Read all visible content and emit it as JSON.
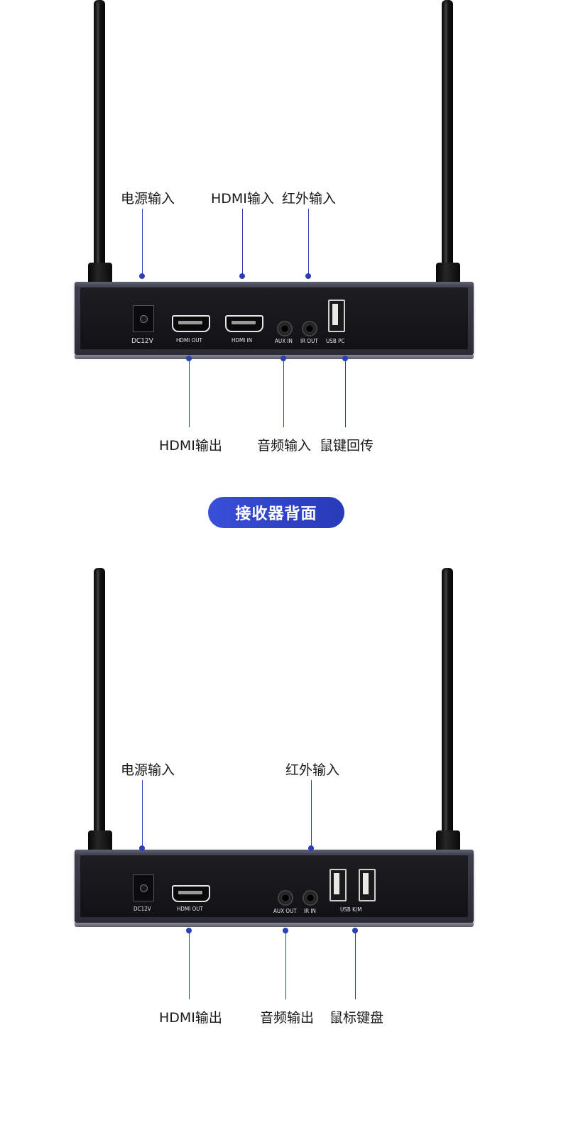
{
  "top_panel": {
    "callouts_above": [
      "电源输入",
      "HDMI输入",
      "红外输入"
    ],
    "callouts_below": [
      "HDMI输出",
      "音频输入",
      "鼠键回传"
    ],
    "port_labels": [
      "DC12V",
      "HDMI OUT",
      "HDMI IN",
      "AUX IN",
      "IR OUT",
      "USB PC"
    ]
  },
  "section_title": "接收器背面",
  "bottom_panel": {
    "callouts_above": [
      "电源输入",
      "红外输入"
    ],
    "callouts_below": [
      "HDMI输出",
      "音频输出",
      "鼠标键盘"
    ],
    "port_labels": [
      "DC12V",
      "HDMI OUT",
      "AUX OUT",
      "IR IN",
      "USB K/M"
    ]
  },
  "colors": {
    "accent": "#2b3fb8",
    "pill_start": "#3a4fd8",
    "pill_end": "#283ab8"
  }
}
